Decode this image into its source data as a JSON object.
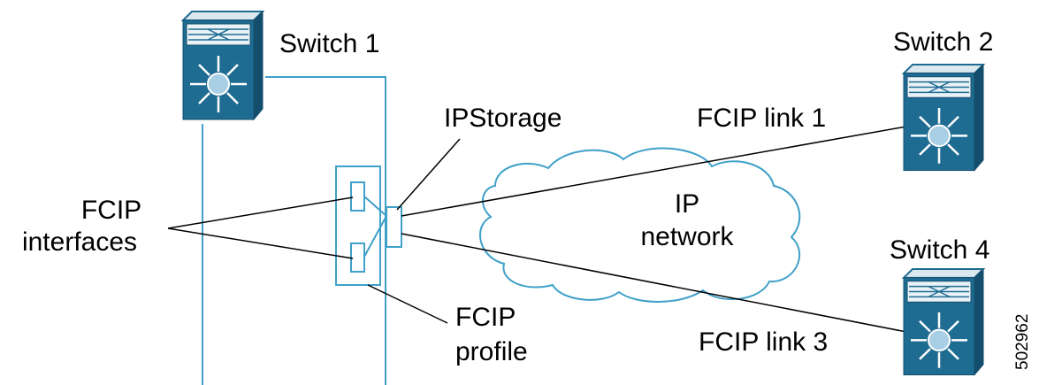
{
  "diagram": {
    "switch1_label": "Switch 1",
    "switch2_label": "Switch 2",
    "switch4_label": "Switch 4",
    "ipstorage_label": "IPStorage",
    "fcip_link1_label": "FCIP link 1",
    "fcip_link3_label": "FCIP link 3",
    "ip_network_line1": "IP",
    "ip_network_line2": "network",
    "fcip_interfaces_line1": "FCIP",
    "fcip_interfaces_line2": "interfaces",
    "fcip_profile_line1": "FCIP",
    "fcip_profile_line2": "profile",
    "figure_number": "502962"
  },
  "icons": {
    "switch": "mds-switch-icon"
  },
  "colors": {
    "switch_body": "#1f6c93",
    "switch_top": "#e9f2f6",
    "port_line": "#3fa0c8",
    "core": "#a8cfe3"
  }
}
